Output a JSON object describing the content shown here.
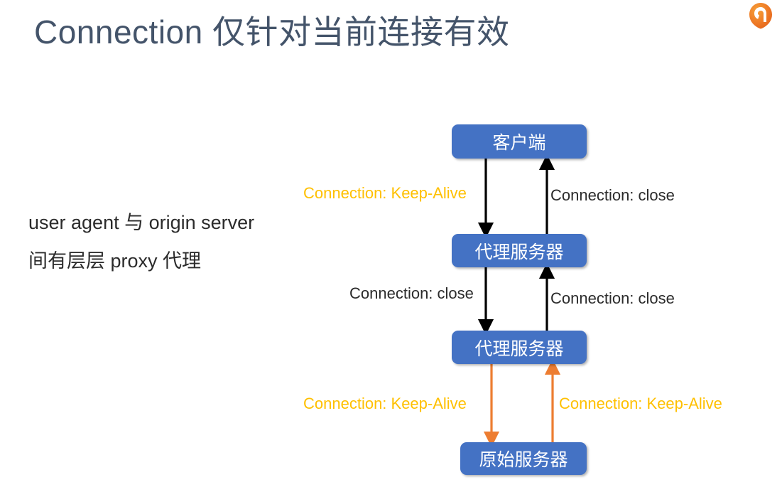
{
  "slide": {
    "title": "Connection 仅针对当前连接有效",
    "body": {
      "line1": "user agent 与 origin server",
      "line2": "间有层层 proxy 代理"
    },
    "logo": {
      "name": "orange-circle-logo",
      "color": "#ED7D31"
    }
  },
  "diagram": {
    "nodes": [
      {
        "id": "client",
        "label": "客户端"
      },
      {
        "id": "proxy1",
        "label": "代理服务器"
      },
      {
        "id": "proxy2",
        "label": "代理服务器"
      },
      {
        "id": "origin",
        "label": "原始服务器"
      }
    ],
    "edge_labels": {
      "keep_alive_top": "Connection: Keep-Alive",
      "close_top_right": "Connection: close",
      "close_mid_left": "Connection: close",
      "close_mid_right": "Connection: close",
      "keep_alive_bottom_left": "Connection: Keep-Alive",
      "keep_alive_bottom_right": "Connection: Keep-Alive"
    },
    "colors": {
      "node_fill": "#4472C4",
      "node_text": "#FFFFFF",
      "arrow_dark": "#000000",
      "arrow_orange": "#ED7D31",
      "label_dark": "#2B2B2B",
      "label_yellow": "#FFC000",
      "title": "#44546A"
    }
  }
}
